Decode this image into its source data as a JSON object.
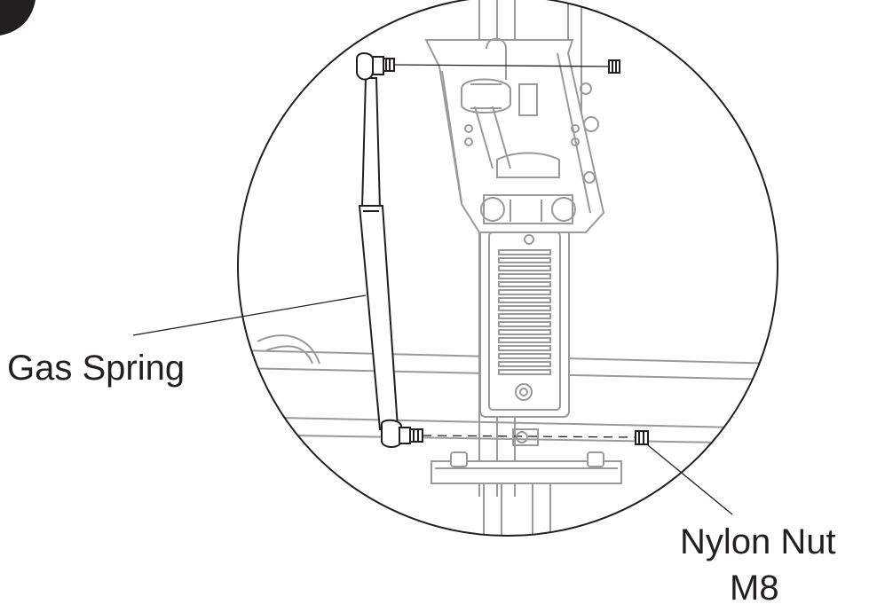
{
  "diagram": {
    "labels": {
      "gas_spring": "Gas Spring",
      "nylon_nut_line1": "Nylon Nut",
      "nylon_nut_line2": "M8"
    },
    "colors": {
      "ink": "#231f20",
      "ghost_part": "#9a9a9a",
      "background": "#ffffff"
    }
  }
}
